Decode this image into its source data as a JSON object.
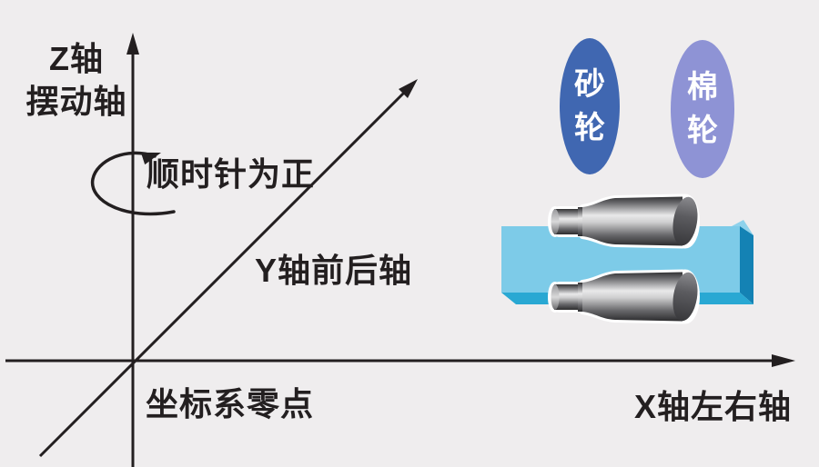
{
  "scene": {
    "background_color": "#efedee",
    "ink_color": "#231f20"
  },
  "axes": {
    "z_label_line1": "Z轴",
    "z_label_line2": "摆动轴",
    "rotation_label": "顺时针为正",
    "y_label": "Y轴前后轴",
    "x_label": "X轴左右轴",
    "origin_label": "坐标系零点"
  },
  "wheels": {
    "grinding": {
      "char1": "砂",
      "char2": "轮",
      "color": "#4067b1"
    },
    "cotton": {
      "char1": "棉",
      "char2": "轮",
      "color": "#8e93d5"
    }
  },
  "machine": {
    "block_face_color": "#7dcbe8",
    "block_side_color": "#1482b4",
    "block_bottom_color": "#29a8d3",
    "block_top_sliver_color": "#8ed2ec"
  }
}
